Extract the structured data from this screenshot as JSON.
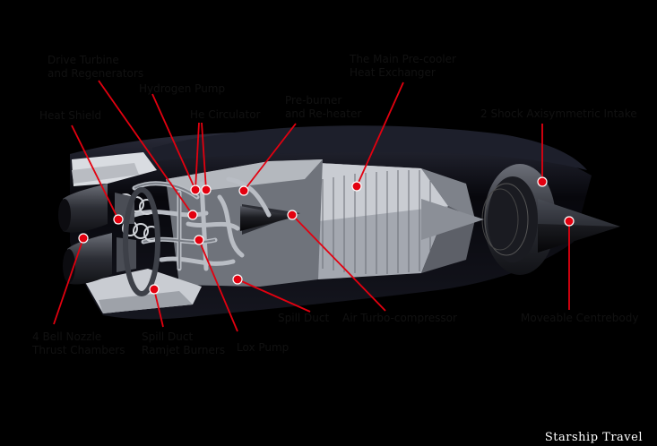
{
  "labels": {
    "drive_turbine": {
      "line1": "Drive Turbine",
      "line2": "and Regenerators"
    },
    "hydrogen_pump": "Hydrogen Pump",
    "he_circulator": "He Circulator",
    "heat_shield": "Heat Shield",
    "preburner": {
      "line1": "Pre-burner",
      "line2": "and Re-heater"
    },
    "precooler": {
      "line1": "The Main Pre-cooler",
      "line2": "Heat Exchanger"
    },
    "intake": "2 Shock Axisymmetric Intake",
    "bell_nozzle": {
      "line1": "4 Bell Nozzle",
      "line2": "Thrust Chambers"
    },
    "spill_duct_ramjet": {
      "line1": "Spill Duct",
      "line2": "Ramjet Burners"
    },
    "lox_pump": "Lox Pump",
    "spill_duct": "Spill Duct",
    "air_turbo_compressor": "Air Turbo-compressor",
    "centrebody": "Moveable Centrebody"
  },
  "credit": "Starship Travel",
  "colors": {
    "marker": "#e3000f",
    "leader": "#e3000f",
    "nacelle": "#0c0c14",
    "metal": "#9a9ea6"
  }
}
